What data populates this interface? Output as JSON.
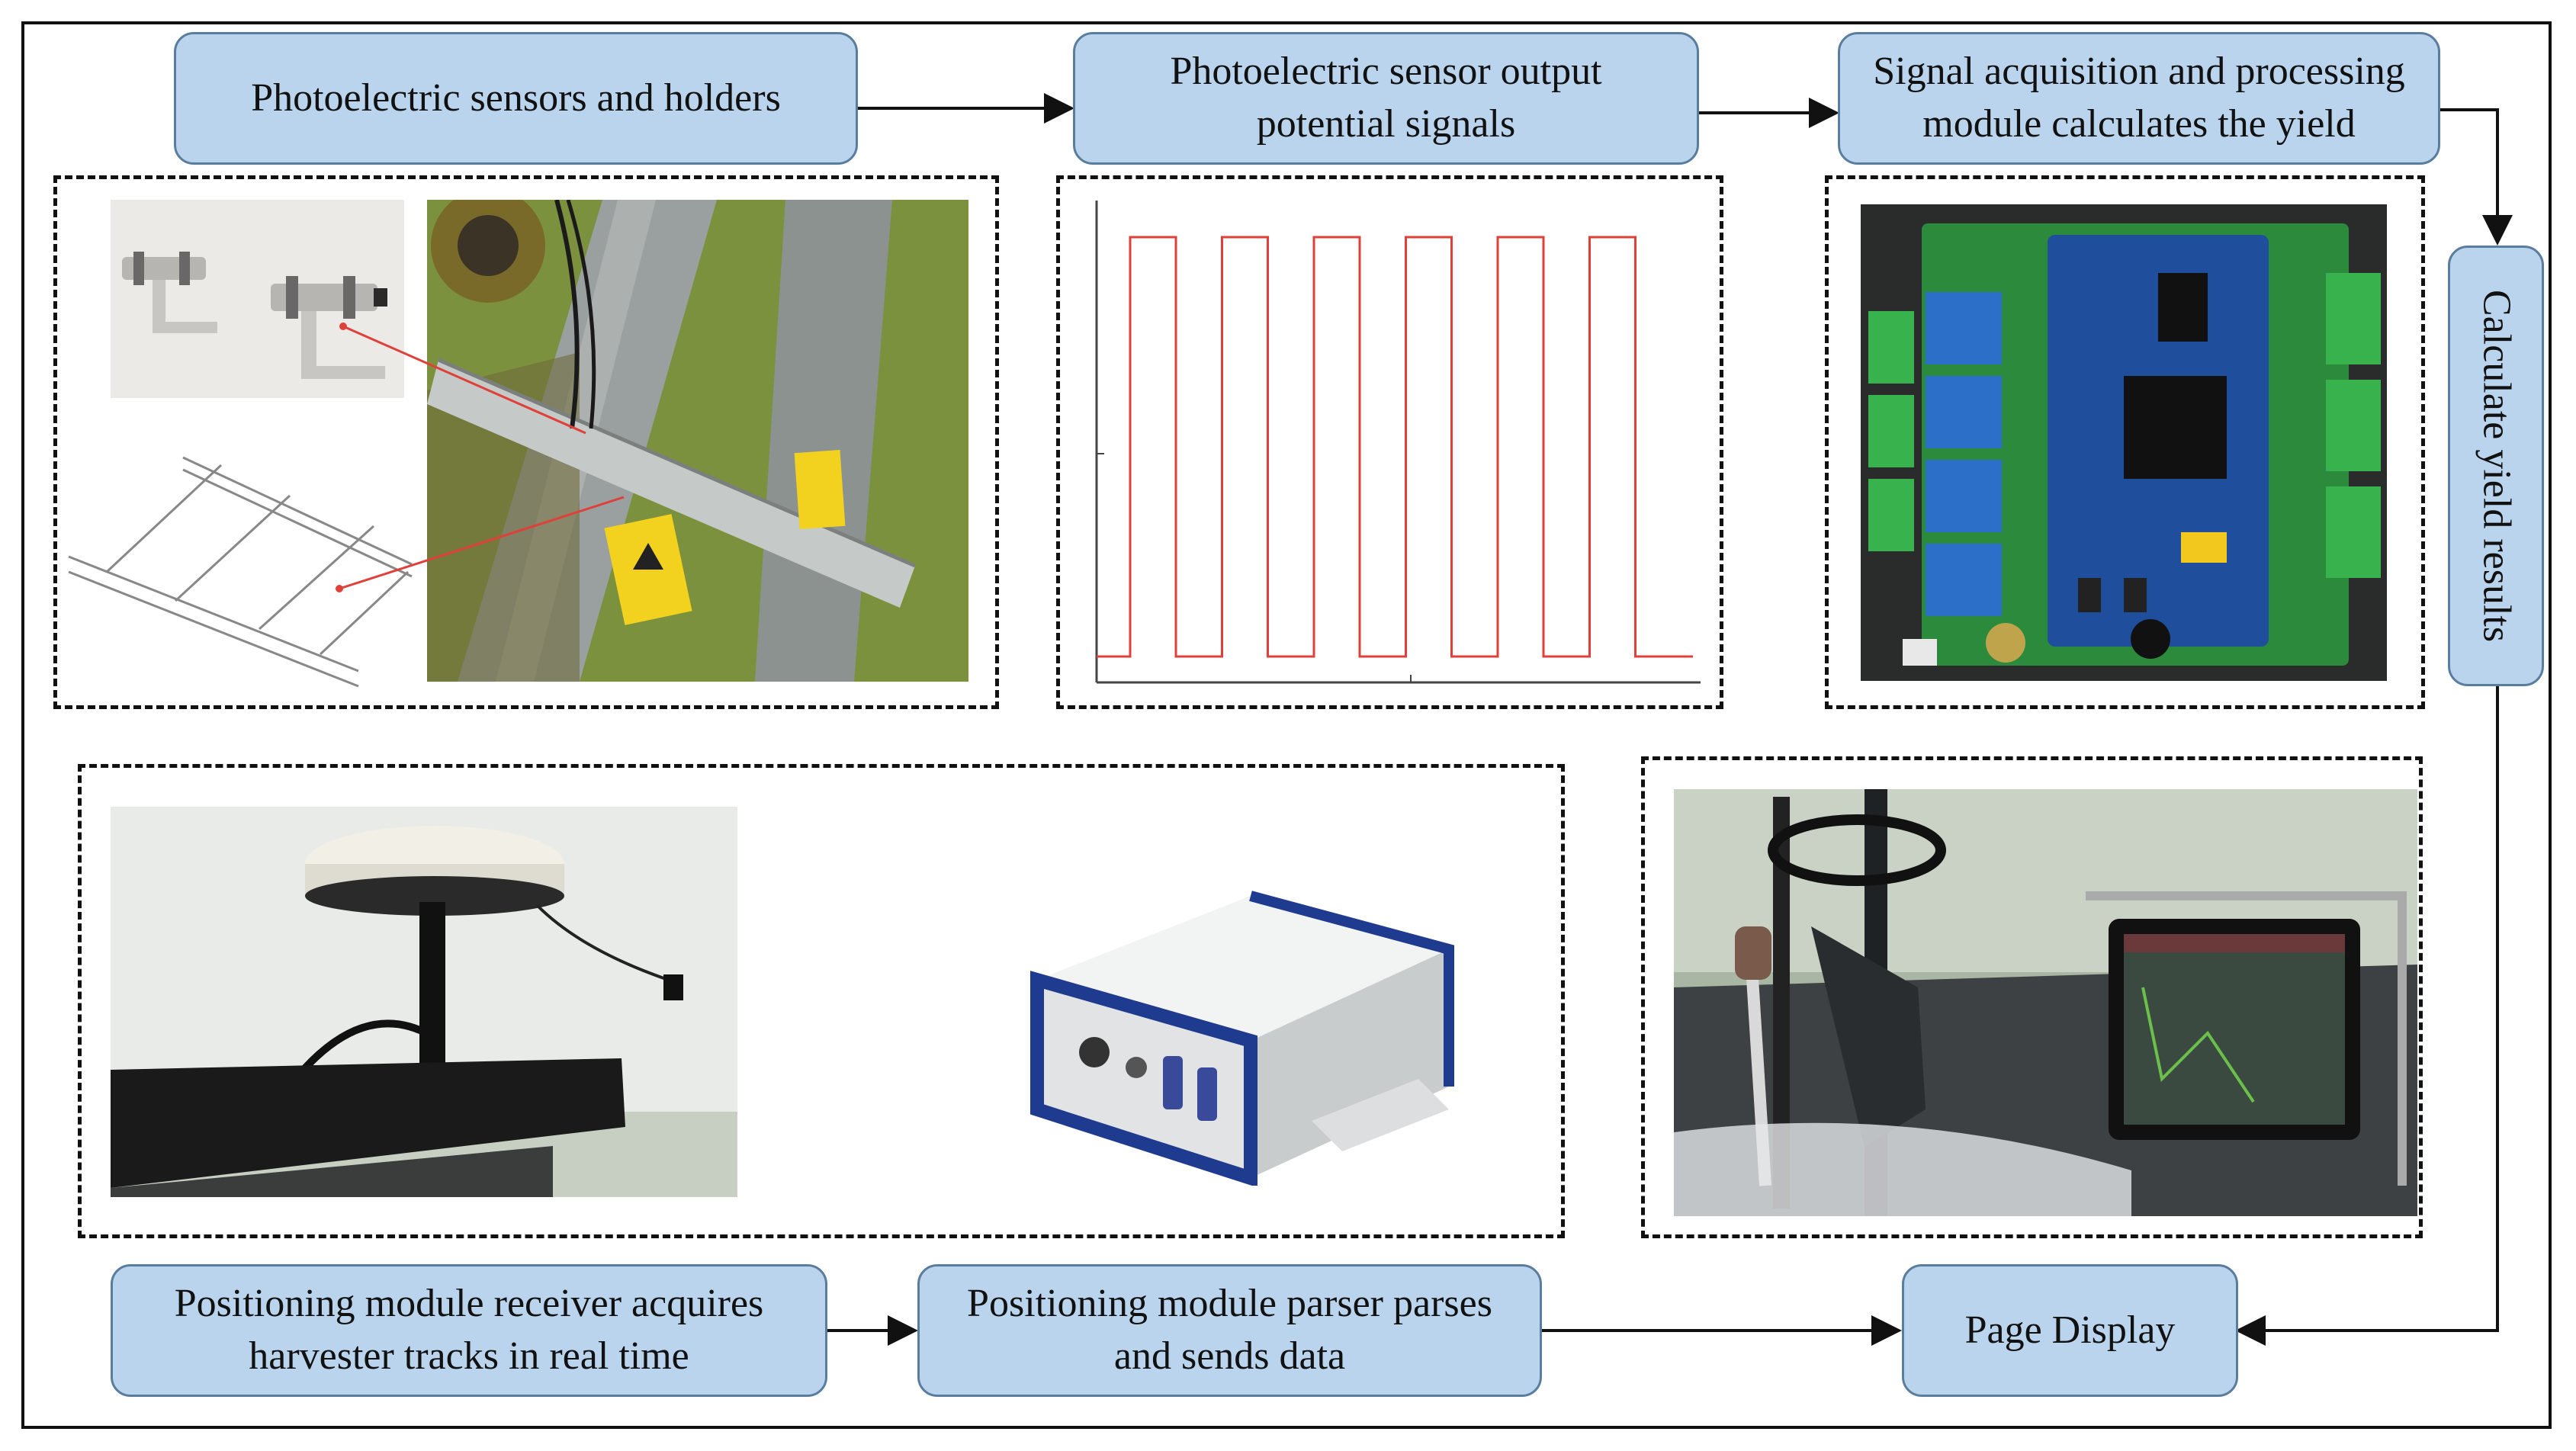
{
  "boxes": {
    "sensors": "Photoelectric sensors and holders",
    "output_line1": "Photoelectric sensor output",
    "output_line2": "potential signals",
    "acq_line1": "Signal acquisition and processing",
    "acq_line2": "module calculates the yield",
    "calc": "Calculate yield results",
    "receiver_line1": "Positioning module receiver acquires",
    "receiver_line2": "harvester tracks in real time",
    "parser_line1": "Positioning module parser parses",
    "parser_line2": "and sends data",
    "page_display": "Page Display"
  },
  "signal_plot": {
    "type": "square-wave",
    "pulses": 6,
    "line_color": "#e0403a"
  },
  "colors": {
    "box_fill": "#b9d4ec",
    "box_border": "#5a7d9e",
    "arrow": "#111111"
  }
}
